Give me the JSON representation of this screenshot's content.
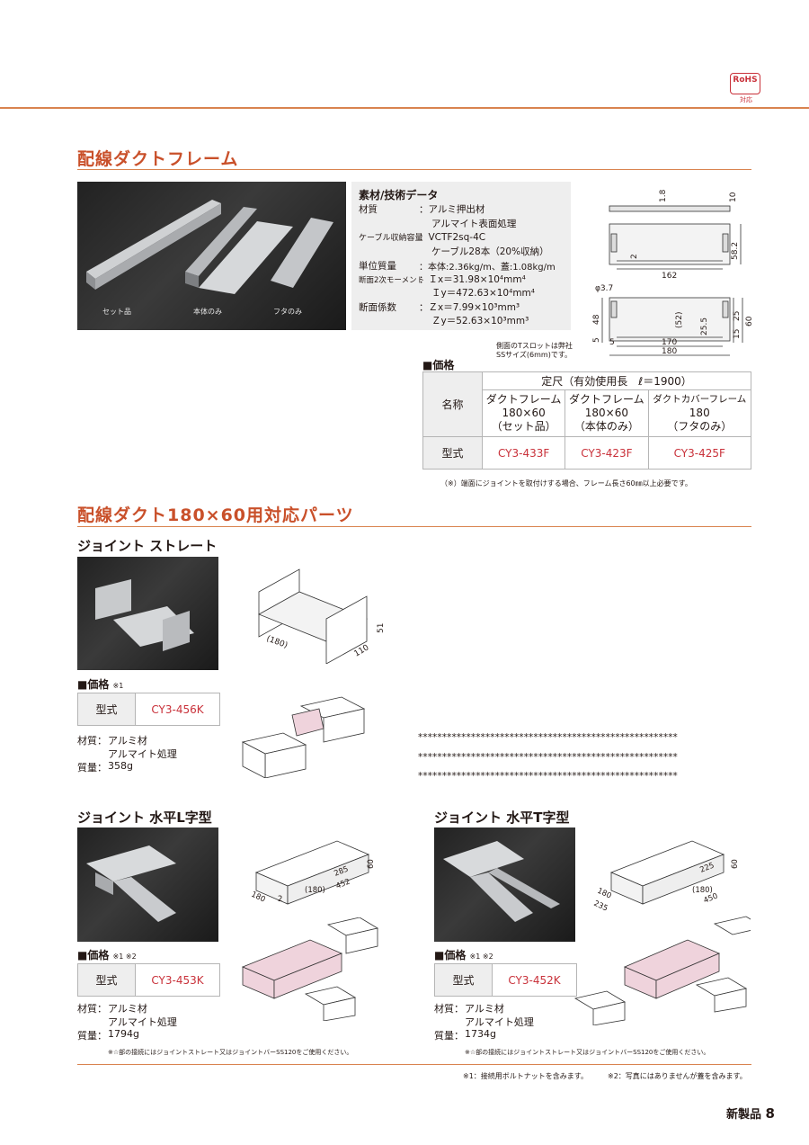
{
  "badge": {
    "top": "RoHS",
    "bottom": "対応"
  },
  "section1": {
    "title": "配線ダクトフレーム",
    "photo_captions": [
      "セット品",
      "本体のみ",
      "フタのみ"
    ],
    "spec": {
      "heading": "素材/技術データ",
      "rows": [
        {
          "label": "材質",
          "value": "：アルミ押出材"
        },
        {
          "label": "",
          "value": "アルマイト表面処理"
        },
        {
          "label": "ケーブル収納容量",
          "value": "：VCTF2sq-4C"
        },
        {
          "label": "",
          "value": "ケーブル28本（20%収納）"
        },
        {
          "label": "単位質量",
          "value": "：本体:2.36kg/m、蓋:1.08kg/m"
        },
        {
          "label": "断面2次モーメント",
          "value": "：Ｉx＝31.98×10⁴mm⁴"
        },
        {
          "label": "",
          "value": "Ｉy＝472.63×10⁴mm⁴"
        },
        {
          "label": "断面係数",
          "value": "：Ｚx＝7.99×10³mm³"
        },
        {
          "label": "",
          "value": "Ｚy＝52.63×10³mm³"
        }
      ]
    },
    "drawing": {
      "dims": [
        "1.8",
        "10",
        "2",
        "162",
        "58.2",
        "φ3.7",
        "48",
        "(52)",
        "25.5",
        "25",
        "60",
        "15",
        "5",
        "5",
        "170",
        "180"
      ],
      "note_line1": "側面のTスロットは弊社",
      "note_line2": "SSサイズ(6mm)です。"
    },
    "price": {
      "heading": "■価格",
      "header_span": "定尺（有効使用長　ℓ＝1900）",
      "name_label": "名称",
      "model_label": "型式",
      "products": [
        {
          "name1": "ダクトフレーム",
          "name2": "180×60",
          "name3": "（セット品）",
          "model": "CY3-433F"
        },
        {
          "name1": "ダクトフレーム",
          "name2": "180×60",
          "name3": "（本体のみ）",
          "model": "CY3-423F"
        },
        {
          "name1": "ダクトカバーフレーム",
          "name2": "180",
          "name3": "（フタのみ）",
          "model": "CY3-425F"
        }
      ],
      "note": "（※）端面にジョイントを取付けする場合、フレーム長さ60㎜以上必要です。"
    }
  },
  "section2": {
    "title": "配線ダクト180×60用対応パーツ",
    "straight": {
      "title": "ジョイント ストレート",
      "price_heading": "■価格",
      "price_note": "※1",
      "model_label": "型式",
      "model": "CY3-456K",
      "material_label": "材質：",
      "material1": "アルミ材",
      "material2": "アルマイト処理",
      "mass_label": "質量：",
      "mass": "358g",
      "dims": [
        "(180)",
        "110",
        "51"
      ],
      "asterisk_line": "******************************************************"
    },
    "lshape": {
      "title": "ジョイント 水平L字型",
      "price_heading": "■価格",
      "price_note": "※1 ※2",
      "model_label": "型式",
      "model": "CY3-453K",
      "material_label": "材質：",
      "material1": "アルミ材",
      "material2": "アルマイト処理",
      "mass_label": "質量：",
      "mass": "1794g",
      "dims": [
        "180",
        "2",
        "(180)",
        "285",
        "452",
        "60"
      ],
      "footnote": "※☆部の接続にはジョイントストレート又はジョイントバーSS120をご使用ください。"
    },
    "tshape": {
      "title": "ジョイント 水平T字型",
      "price_heading": "■価格",
      "price_note": "※1 ※2",
      "model_label": "型式",
      "model": "CY3-452K",
      "material_label": "材質：",
      "material1": "アルミ材",
      "material2": "アルマイト処理",
      "mass_label": "質量：",
      "mass": "1734g",
      "dims": [
        "180",
        "235",
        "(180)",
        "225",
        "450",
        "60"
      ],
      "footnote": "※☆部の接続にはジョイントストレート又はジョイントバーSS120をご使用ください。"
    }
  },
  "footer": {
    "note1": "※1：接続用ボルトナットを含みます。",
    "note2": "※2：写真にはありませんが蓋を含みます。",
    "page_label": "新製品",
    "page_number": "8"
  },
  "colors": {
    "accent": "#d9834f",
    "title": "#c9502a",
    "model_red": "#c9313a",
    "pink": "#efd3dc",
    "badge": "#c9313a"
  }
}
